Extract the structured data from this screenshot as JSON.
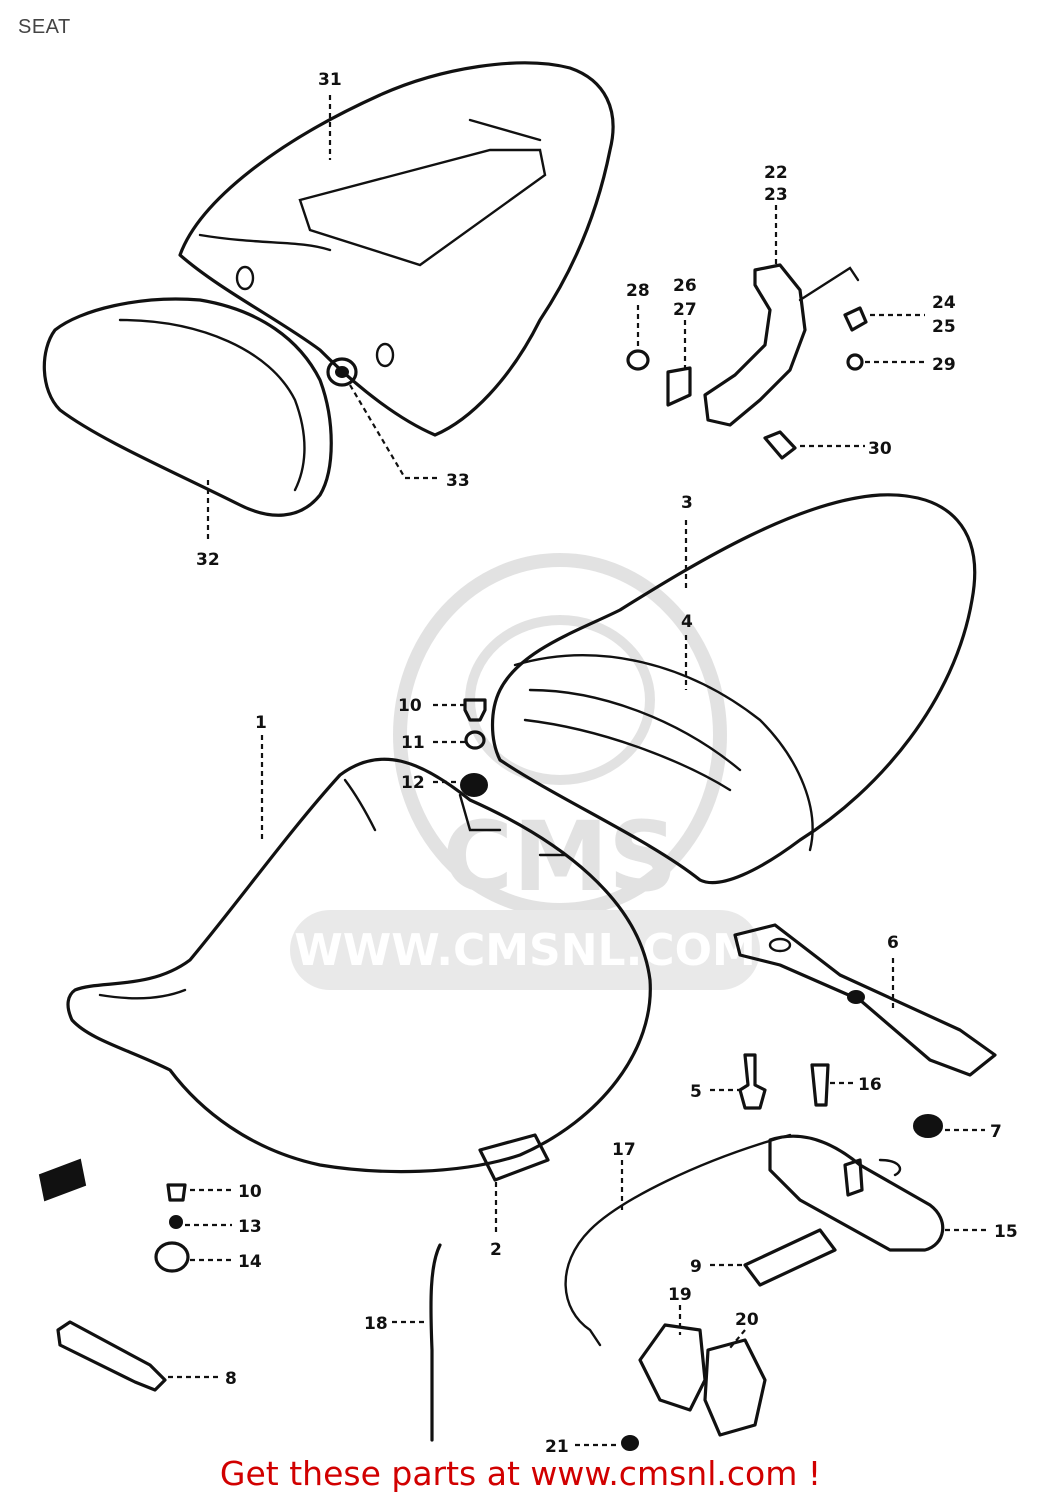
{
  "header": {
    "title": "SEAT"
  },
  "watermark": {
    "text": "WWW.CMSNL.COM",
    "logo_text": "CMS"
  },
  "footer": {
    "text": "Get these parts at www.cmsnl.com !"
  },
  "callouts": [
    {
      "id": "c31",
      "label": "31"
    },
    {
      "id": "c22",
      "label": "22"
    },
    {
      "id": "c23",
      "label": "23"
    },
    {
      "id": "c28a",
      "label": "28"
    },
    {
      "id": "c26",
      "label": "26"
    },
    {
      "id": "c27",
      "label": "27"
    },
    {
      "id": "c24",
      "label": "24"
    },
    {
      "id": "c25",
      "label": "25"
    },
    {
      "id": "c29",
      "label": "29"
    },
    {
      "id": "c30",
      "label": "30"
    },
    {
      "id": "c33",
      "label": "33"
    },
    {
      "id": "c32",
      "label": "32"
    },
    {
      "id": "c3",
      "label": "3"
    },
    {
      "id": "c4",
      "label": "4"
    },
    {
      "id": "c10a",
      "label": "10"
    },
    {
      "id": "c11",
      "label": "11"
    },
    {
      "id": "c12",
      "label": "12"
    },
    {
      "id": "c1",
      "label": "1"
    },
    {
      "id": "c6",
      "label": "6"
    },
    {
      "id": "c5",
      "label": "5"
    },
    {
      "id": "c16",
      "label": "16"
    },
    {
      "id": "c7",
      "label": "7"
    },
    {
      "id": "c17",
      "label": "17"
    },
    {
      "id": "c15",
      "label": "15"
    },
    {
      "id": "c10b",
      "label": "10"
    },
    {
      "id": "c13",
      "label": "13"
    },
    {
      "id": "c14",
      "label": "14"
    },
    {
      "id": "c2",
      "label": "2"
    },
    {
      "id": "c9",
      "label": "9"
    },
    {
      "id": "c18",
      "label": "18"
    },
    {
      "id": "c19",
      "label": "19"
    },
    {
      "id": "c20",
      "label": "20"
    },
    {
      "id": "c8",
      "label": "8"
    },
    {
      "id": "c21",
      "label": "21"
    }
  ]
}
